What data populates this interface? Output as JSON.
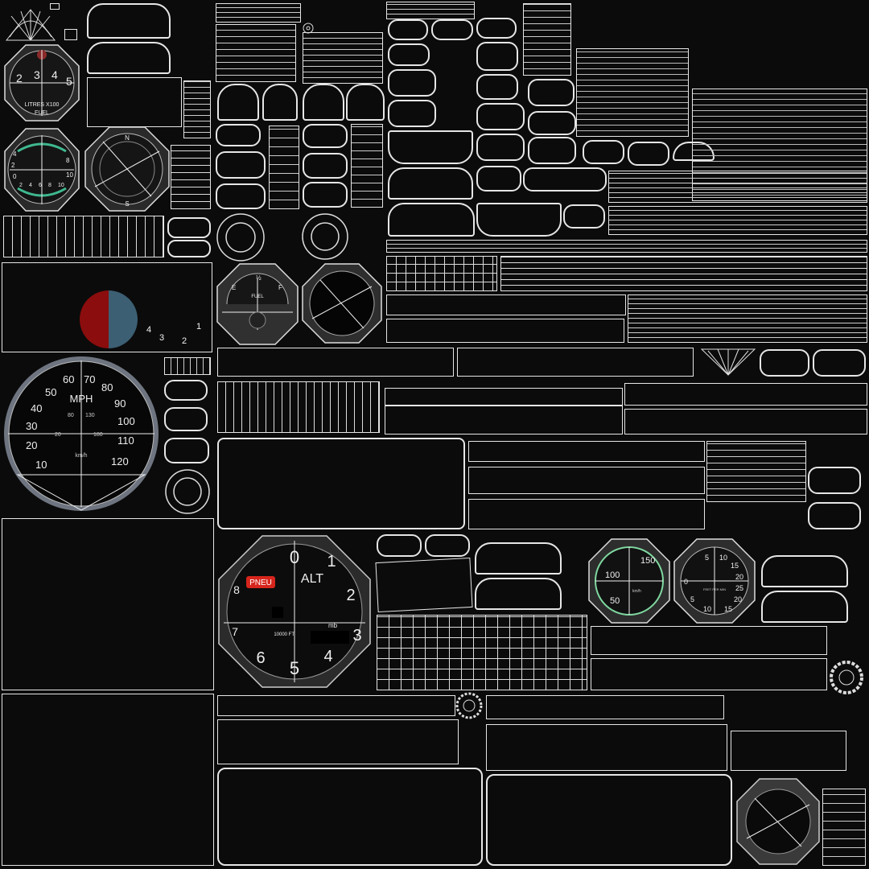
{
  "fuel_gauge": {
    "caption": "LITRES X100",
    "sub_caption": "FUEL",
    "dial_numbers": [
      "2",
      "3",
      "4",
      "5"
    ]
  },
  "temp_gauge": {
    "left_numbers": [
      "4",
      "2",
      "0"
    ],
    "right_numbers": [
      "8",
      "10"
    ],
    "bottom_numbers": [
      "2",
      "4",
      "6",
      "8",
      "10"
    ]
  },
  "compass": {
    "north": "N",
    "south": "S"
  },
  "small_fuel_gauge": {
    "empty": "E",
    "half": "½",
    "full": "F",
    "caption": "FUEL"
  },
  "decal_panel": {
    "numbers": [
      "4",
      "3",
      "2",
      "1"
    ],
    "colors": {
      "left_half": "#8b0d0d",
      "right_half": "#3c5f73"
    }
  },
  "speedometer": {
    "unit": "MPH",
    "sub_unit": "km/h",
    "outer_numbers": [
      "10",
      "20",
      "30",
      "40",
      "50",
      "60",
      "70",
      "80",
      "90",
      "100",
      "110",
      "120"
    ],
    "inner_numbers": [
      "20",
      "80",
      "130",
      "180"
    ]
  },
  "altimeter": {
    "title": "ALT",
    "badge": "PNEU",
    "unit_ft": "10000 FT",
    "unit_mb": "mb",
    "numbers": [
      "0",
      "1",
      "2",
      "3",
      "4",
      "5",
      "6",
      "7",
      "8"
    ],
    "colors": {
      "badge": "#d6251c"
    }
  },
  "airspeed_small": {
    "numbers": [
      "150",
      "100",
      "50"
    ],
    "unit": "km/h"
  },
  "vsi": {
    "numbers": [
      "5",
      "10",
      "15",
      "20",
      "25",
      "20",
      "15",
      "10",
      "5",
      "0"
    ],
    "caption": "FEET PER MIN"
  },
  "colors": {
    "background": "#0b0b0b",
    "wire": "#e6e6e6",
    "accent_green": "#7fd8a0",
    "accent_red": "#c42b22"
  }
}
